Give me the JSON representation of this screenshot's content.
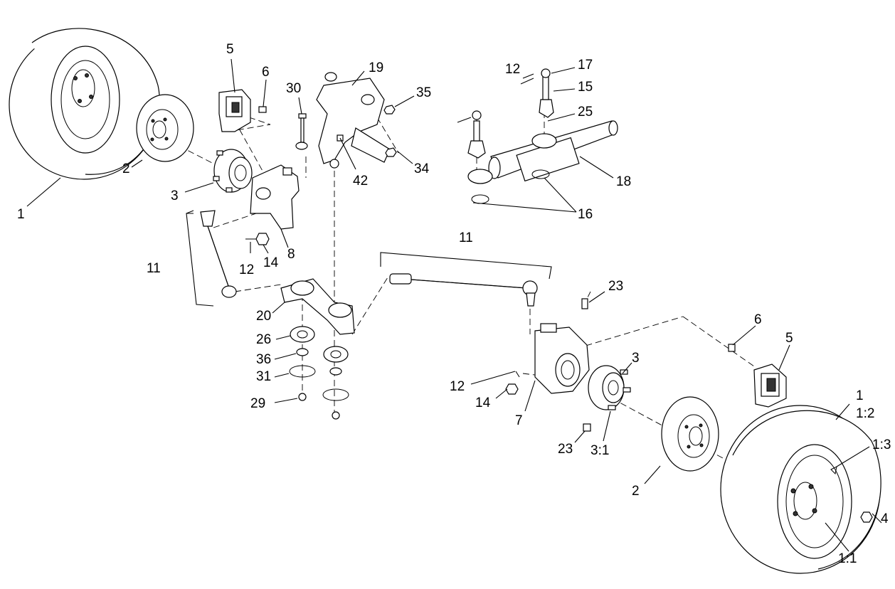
{
  "diagram": {
    "callouts": [
      {
        "id": "c1a",
        "label": "1"
      },
      {
        "id": "c2a",
        "label": "2"
      },
      {
        "id": "c3a",
        "label": "3"
      },
      {
        "id": "c5a",
        "label": "5"
      },
      {
        "id": "c6a",
        "label": "6"
      },
      {
        "id": "c8",
        "label": "8"
      },
      {
        "id": "c11a",
        "label": "11"
      },
      {
        "id": "c12a",
        "label": "12"
      },
      {
        "id": "c14a",
        "label": "14"
      },
      {
        "id": "c30",
        "label": "30"
      },
      {
        "id": "c19",
        "label": "19"
      },
      {
        "id": "c35",
        "label": "35"
      },
      {
        "id": "c34",
        "label": "34"
      },
      {
        "id": "c42",
        "label": "42"
      },
      {
        "id": "c12b",
        "label": "12"
      },
      {
        "id": "c17",
        "label": "17"
      },
      {
        "id": "c15",
        "label": "15"
      },
      {
        "id": "c25",
        "label": "25"
      },
      {
        "id": "c18",
        "label": "18"
      },
      {
        "id": "c16",
        "label": "16"
      },
      {
        "id": "c11b",
        "label": "11"
      },
      {
        "id": "c20",
        "label": "20"
      },
      {
        "id": "c26",
        "label": "26"
      },
      {
        "id": "c36",
        "label": "36"
      },
      {
        "id": "c31",
        "label": "31"
      },
      {
        "id": "c29",
        "label": "29"
      },
      {
        "id": "c23a",
        "label": "23"
      },
      {
        "id": "c6b",
        "label": "6"
      },
      {
        "id": "c5b",
        "label": "5"
      },
      {
        "id": "c3b",
        "label": "3"
      },
      {
        "id": "c12c",
        "label": "12"
      },
      {
        "id": "c14b",
        "label": "14"
      },
      {
        "id": "c7",
        "label": "7"
      },
      {
        "id": "c23b",
        "label": "23"
      },
      {
        "id": "c31b",
        "label": "3:1"
      },
      {
        "id": "c2b",
        "label": "2"
      },
      {
        "id": "c1b",
        "label": "1"
      },
      {
        "id": "c12sub",
        "label": "1:2"
      },
      {
        "id": "c13sub",
        "label": "1:3"
      },
      {
        "id": "c4",
        "label": "4"
      },
      {
        "id": "c11sub",
        "label": "1:1"
      }
    ]
  }
}
